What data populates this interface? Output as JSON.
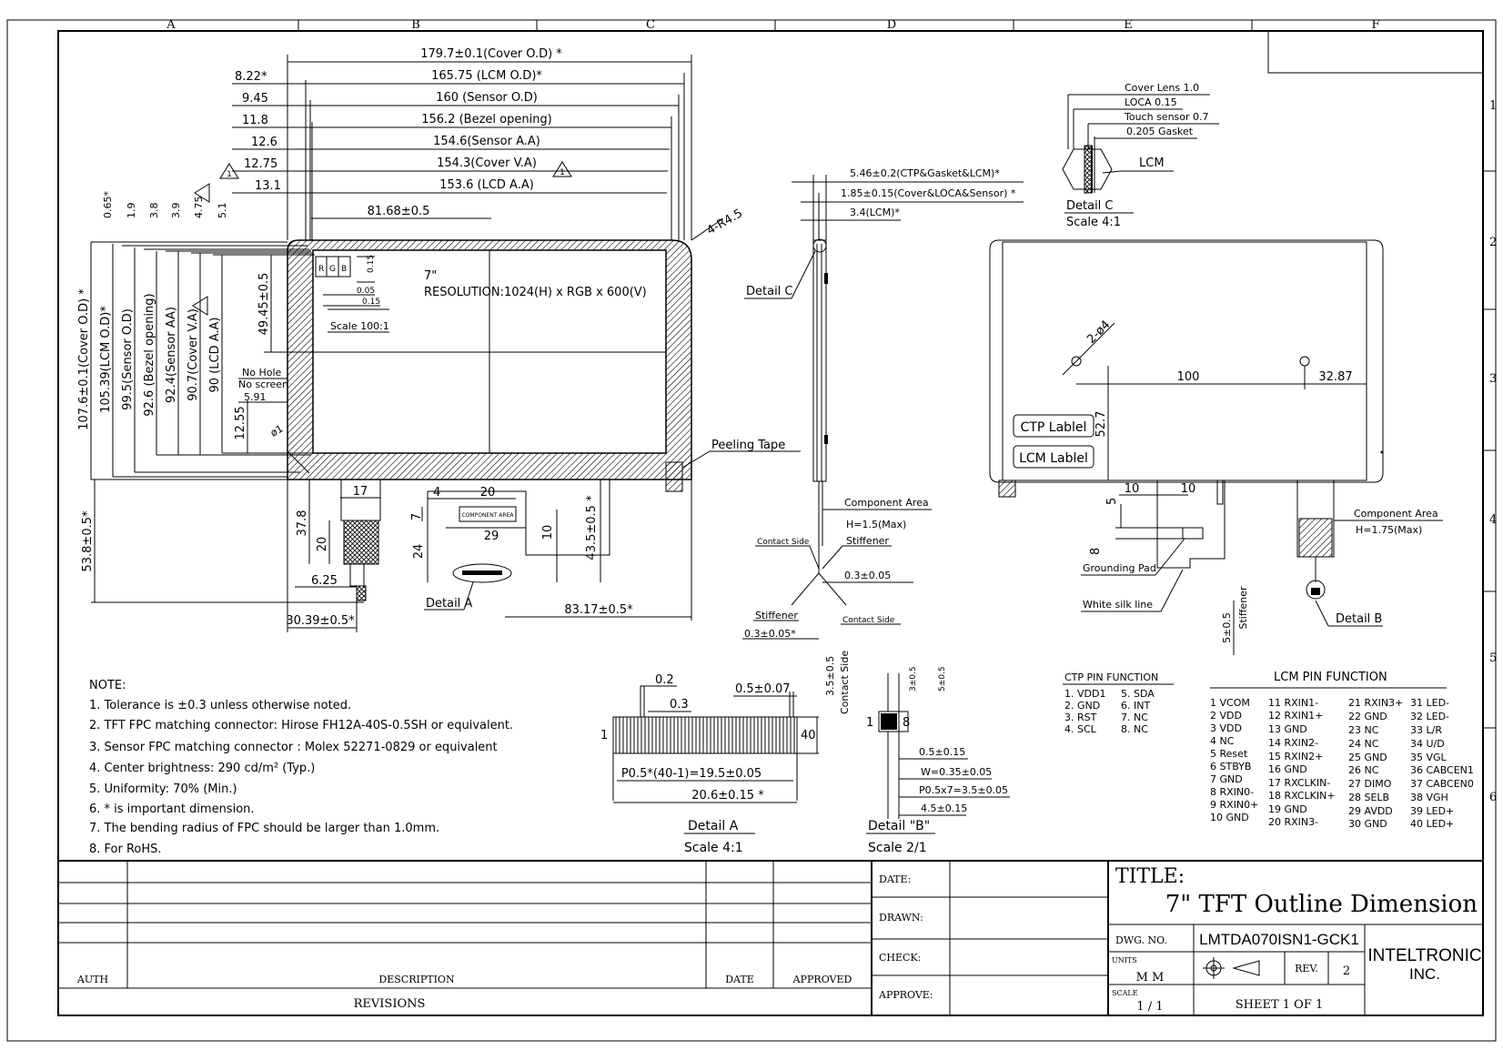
{
  "frame": {
    "col_labels": [
      "A",
      "B",
      "C",
      "D",
      "E",
      "F"
    ],
    "row_labels": [
      "1",
      "2",
      "3",
      "4",
      "5",
      "6"
    ]
  },
  "front_view": {
    "dims_top": [
      {
        "label": "179.7±0.1(Cover O.D) *"
      },
      {
        "label": "165.75 (LCM O.D)*"
      },
      {
        "label": "160 (Sensor O.D)"
      },
      {
        "label": "156.2 (Bezel opening)"
      },
      {
        "label": "154.6(Sensor A.A)"
      },
      {
        "label": "154.3(Cover V.A)"
      },
      {
        "label": "153.6 (LCD A.A)"
      }
    ],
    "dims_left_offsets": [
      "8.22*",
      "9.45",
      "11.8",
      "12.6",
      "12.75",
      "13.1"
    ],
    "dim_center": "81.68±0.5",
    "vert_small": [
      "0.65*",
      "1.9",
      "3.8",
      "3.9",
      "4.75",
      "5.1"
    ],
    "dims_vertical": [
      "107.6±0.1(Cover O.D) *",
      "105.39(LCM O.D)*",
      "99.5(Sensor O.D)",
      "92.6 (Bezel opening)",
      "92.4(Sensor AA)",
      "90.7(Cover V.A)",
      "90 (LCD A.A)"
    ],
    "dim_4945": "49.45±0.5",
    "dim_1255": "12.55",
    "dim_591": "5.91",
    "no_hole": "No Hole",
    "no_screen": "No screen",
    "phi": "ø1",
    "corner_radius": "4-R4.5",
    "size": "7\"",
    "resolution": "RESOLUTION:1024(H) x RGB x 600(V)",
    "rgb": [
      "R",
      "G",
      "B"
    ],
    "d_005": "0.05",
    "d_015": "0.15",
    "d_015v": "0.15",
    "scale100": "Scale 100:1",
    "peeling": "Peeling Tape",
    "dim_538": "53.8±0.5*",
    "dim_378": "37.8",
    "dim_20v": "20",
    "dim_17": "17",
    "dim_625": "6.25",
    "dim_3039": "30.39±0.5*",
    "dim_4": "4",
    "dim_20": "20",
    "dim_29": "29",
    "dim_7": "7",
    "dim_24": "24",
    "dim_10": "10",
    "dim_435": "43.5±0.5 *",
    "dim_8317": "83.17±0.5*",
    "comp_area_small": "COMPONENT AREA",
    "detail_a_label": "Detail A",
    "tri": "1"
  },
  "side_view": {
    "d1": "5.46±0.2(CTP&Gasket&LCM)*",
    "d2": "1.85±0.15(Cover&LOCA&Sensor) *",
    "d3": "3.4(LCM)*",
    "detail_c": "Detail C",
    "component_area": "Component Area",
    "h15": "H=1.5(Max)",
    "contact_side": "Contact Side",
    "stiffener": "Stiffener",
    "d005": "0.3±0.05",
    "stiffener2": "Stiffener",
    "contact_side2": "Contact Side",
    "d005b": "0.3±0.05*"
  },
  "detail_c": {
    "layers": [
      "Cover Lens 1.0",
      "LOCA 0.15",
      "Touch sensor 0.7",
      "0.205 Gasket"
    ],
    "lcm": "LCM",
    "title": "Detail C",
    "scale": "Scale 4:1"
  },
  "back_view": {
    "holes": "2-ø4",
    "d100": "100",
    "d3287": "32.87",
    "d527": "52.7",
    "ctp_label": "CTP Lablel",
    "lcm_label": "LCM Lablel",
    "d10a": "10",
    "d10b": "10",
    "d5": "5",
    "d8": "8",
    "grounding": "Grounding Pad",
    "white_silk": "White silk line",
    "d505": "5±0.5",
    "stiffener": "Stiffener",
    "component_area": "Component Area",
    "h175": "H=1.75(Max)",
    "detail_b": "Detail B"
  },
  "notes": {
    "title": "NOTE:",
    "items": [
      "1. Tolerance is ±0.3 unless otherwise noted.",
      "2. TFT FPC matching connector: Hirose  FH12A-40S-0.5SH or equivalent.",
      "3. Sensor FPC matching connector : Molex 52271-0829 or equivalent",
      "4. Center brightness: 290 cd/m² (Typ.)",
      "5. Uniformity: 70% (Min.)",
      "6. * is important dimension.",
      "7. The bending radius of FPC should be larger than 1.0mm.",
      "8. For RoHS."
    ]
  },
  "detail_a": {
    "d02": "0.2",
    "d03": "0.3",
    "d05": "0.5±0.07",
    "d355": "3.5±0.5",
    "contact": "Contact Side",
    "pin1": "1",
    "pin40": "40",
    "pitch": "P0.5*(40-1)=19.5±0.05",
    "width": "20.6±0.15 *",
    "title": "Detail A",
    "scale": "Scale 4:1"
  },
  "detail_b": {
    "d305": "3±0.5",
    "d505": "5±0.5",
    "pin1": "1",
    "pin8": "8",
    "d015": "0.5±0.15",
    "w": "W=0.35±0.05",
    "p": "P0.5x7=3.5±0.05",
    "d45": "4.5±0.15",
    "title": "Detail \"B\"",
    "scale": "Scale 2/1"
  },
  "ctp_pins": {
    "title": "CTP PIN FUNCTION",
    "col1": [
      "1. VDD1",
      "2. GND",
      "3. RST",
      "4. SCL"
    ],
    "col2": [
      "5. SDA",
      "6. INT",
      "7. NC",
      "8. NC"
    ]
  },
  "lcm_pins": {
    "title": "LCM PIN FUNCTION",
    "col1": [
      "1 VCOM",
      "2 VDD",
      "3 VDD",
      "4 NC",
      "5 Reset",
      "6 STBYB",
      "7 GND",
      "8 RXIN0-",
      "9 RXIN0+",
      "10 GND"
    ],
    "col2": [
      "11 RXIN1-",
      "12 RXIN1+",
      "13 GND",
      "14 RXIN2-",
      "15 RXIN2+",
      "16 GND",
      "17 RXCLKIN-",
      "18 RXCLKIN+",
      "19 GND",
      "20 RXIN3-"
    ],
    "col3": [
      "21 RXIN3+",
      "22 GND",
      "23 NC",
      "24 NC",
      "25 GND",
      "26 NC",
      "27 DIMO",
      "28 SELB",
      "29 AVDD",
      "30 GND"
    ],
    "col4": [
      "31 LED-",
      "32 LED-",
      "33 L/R",
      "34 U/D",
      "35 VGL",
      "36 CABCEN1",
      "37 CABCEN0",
      "38 VGH",
      "39 LED+",
      "40 LED+"
    ]
  },
  "title_block": {
    "auth": "AUTH",
    "description": "DESCRIPTION",
    "date": "DATE",
    "approved": "APPROVED",
    "revisions": "REVISIONS",
    "date_l": "DATE:",
    "drawn_l": "DRAWN:",
    "check_l": "CHECK:",
    "approve_l": "APPROVE:",
    "title_l": "TITLE:",
    "title": "7\" TFT Outline Dimension",
    "dwg_l": "DWG. NO.",
    "dwg": "LMTDA070ISN1-GCK1",
    "units_l": "UNITS",
    "units": "M M",
    "rev_l": "REV.",
    "rev": "2",
    "scale_l": "SCALE",
    "scale": "1 / 1",
    "sheet": "SHEET  1  OF  1",
    "company1": "INTELTRONIC",
    "company2": "INC."
  }
}
